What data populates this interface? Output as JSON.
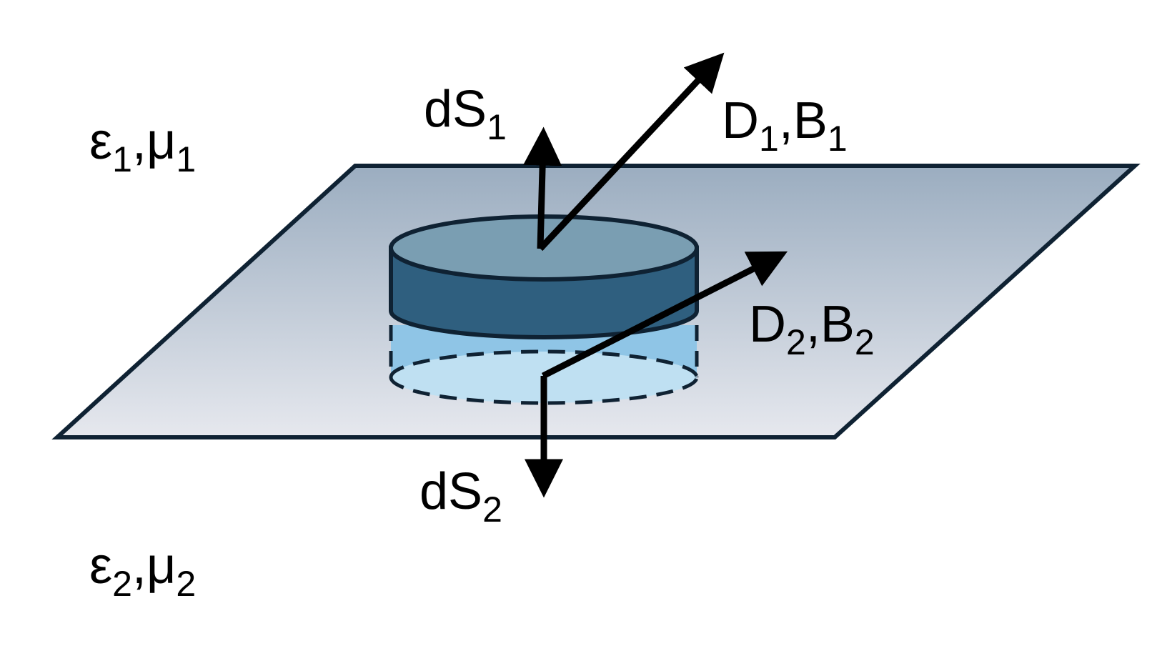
{
  "labels": {
    "medium_top": {
      "main": "ε",
      "sub": "1",
      "sep": ",",
      "main2": "μ",
      "sub2": "1"
    },
    "medium_bottom": {
      "main": "ε",
      "sub": "2",
      "sep": ",",
      "main2": "μ",
      "sub2": "2"
    },
    "ds_top": {
      "main": "dS",
      "sub": "1"
    },
    "ds_bottom": {
      "main": "dS",
      "sub": "2"
    },
    "field_top": {
      "main": "D",
      "sub": "1",
      "sep": ",",
      "main2": "B",
      "sub2": "1"
    },
    "field_bottom": {
      "main": "D",
      "sub": "2",
      "sep": ",",
      "main2": "B",
      "sub2": "2"
    }
  },
  "colors": {
    "plane_top": "#9badc0",
    "plane_bottom": "#e6e8ee",
    "outline": "#0f2233",
    "cylinder_side": "#2f5f7f",
    "cylinder_top": "#7a9eb2",
    "lower_band": "#8fc5e6",
    "lower_ellipse": "#bfe0f2",
    "arrow": "#000000"
  }
}
